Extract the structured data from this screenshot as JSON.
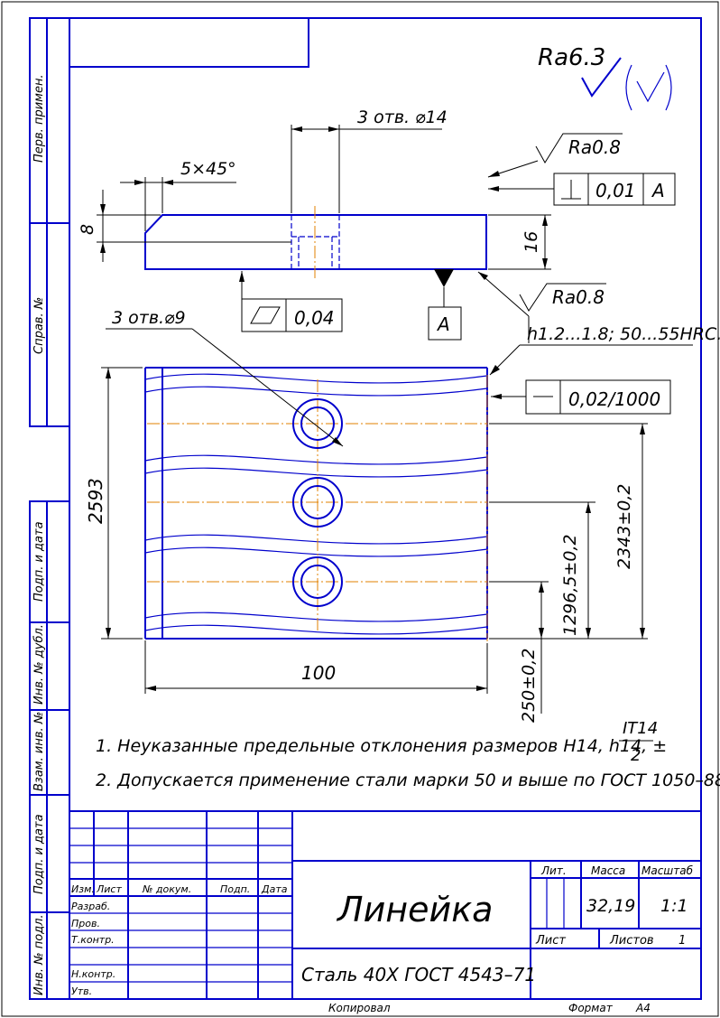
{
  "side_stamp": {
    "perv_primen": "Перв. примен.",
    "sprav_no": "Справ. №",
    "podp_data_1": "Подп. и дата",
    "inv_dubl": "Инв. № дубл.",
    "vzam_inv": "Взам. инв. №",
    "podp_data_2": "Подп. и дата",
    "inv_podl": "Инв. № подл."
  },
  "annotations": {
    "roughness_general": "Ra6.3",
    "holes_14": "3 отв. ⌀14",
    "chamfer": "5×45°",
    "dim_8": "8",
    "dim_16": "16",
    "ra_top": "Ra0.8",
    "ra_bottom": "Ra0.8",
    "perp_value": "0,01",
    "datum_ref": "A",
    "flat_value": "0,04",
    "datum_label": "A",
    "holes_9": "3 отв.⌀9",
    "hardness": "h1.2...1.8; 50...55HRC.",
    "straight_value": "0,02/1000",
    "dim_2593": "2593",
    "dim_100": "100",
    "dim_250": "250±0,2",
    "dim_1296": "1296,5±0,2",
    "dim_2343": "2343±0,2"
  },
  "notes": {
    "note1_text": "1. Неуказанные предельные отклонения размеров H14, h14, ±",
    "note1_num": "IT14",
    "note1_den": "2",
    "note2": "2. Допускается применение стали марки 50 и выше по ГОСТ 1050–88"
  },
  "title_block": {
    "col_izm": "Изм.",
    "col_list": "Лист",
    "col_doc": "№ докум.",
    "col_podp": "Подп.",
    "col_data": "Дата",
    "razrab": "Разраб.",
    "prov": "Пров.",
    "tkontr": "Т.контр.",
    "nkontr": "Н.контр.",
    "utv": "Утв.",
    "part_name": "Линейка",
    "material": "Сталь 40Х  ГОСТ 4543–71",
    "h_lit": "Лит.",
    "h_massa": "Масса",
    "h_masshtab": "Масштаб",
    "massa": "32,19",
    "masshtab": "1:1",
    "list_label": "Лист",
    "listov_label": "Листов",
    "listov": "1",
    "kopiroval": "Копировал",
    "format_label": "Формат",
    "format": "А4"
  }
}
